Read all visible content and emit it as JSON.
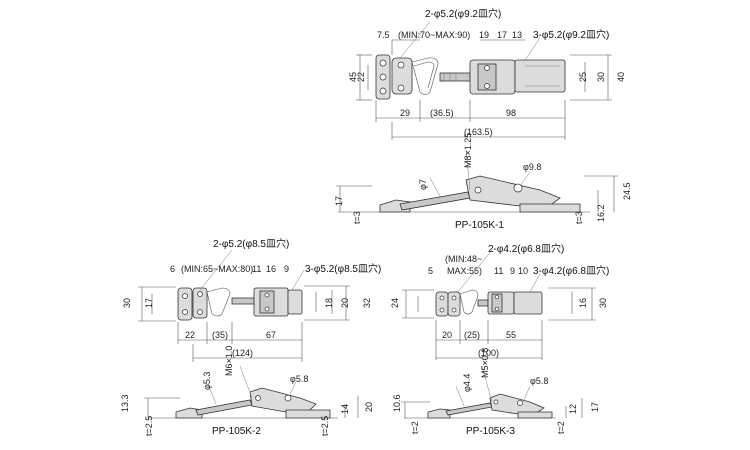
{
  "models": {
    "k1": {
      "name": "PP-105K-1",
      "top": {
        "hole_left": "2-φ5.2(φ9.2皿穴)",
        "range": "(MIN:70~MAX:90)",
        "hole_right": "3-φ5.2(φ9.2皿穴)",
        "d_7_5": "7.5",
        "d_19": "19",
        "d_17": "17",
        "d_13": "13",
        "d_45": "45",
        "d_22": "22",
        "d_25": "25",
        "d_30": "30",
        "d_40": "40",
        "d_29": "29",
        "d_36_5": "(36.5)",
        "d_98": "98",
        "d_163_5": "(163.5)"
      },
      "side": {
        "bolt": "M8×1.25",
        "phi7": "φ7",
        "phi9_8": "φ9.8",
        "d_17": "17",
        "t_left": "t=3",
        "t_right": "t=3",
        "d_16_2": "16.2",
        "d_24_5": "24.5"
      }
    },
    "k2": {
      "name": "PP-105K-2",
      "top": {
        "hole_left": "2-φ5.2(φ8.5皿穴)",
        "range": "(MIN:65~MAX:80)",
        "hole_right": "3-φ5.2(φ8.5皿穴)",
        "d_6": "6",
        "d_11": "11",
        "d_16": "16",
        "d_9": "9",
        "d_30": "30",
        "d_17": "17",
        "d_18": "18",
        "d_20": "20",
        "d_32": "32",
        "d_22": "22",
        "d_35": "(35)",
        "d_67": "67",
        "d_124": "(124)"
      },
      "side": {
        "bolt": "M6×1.0",
        "phi5_3": "φ5.3",
        "phi5_8": "φ5.8",
        "d_13_3": "13.3",
        "t_left": "t=2.5",
        "t_right": "t=2.5",
        "d_14": "14",
        "d_20": "20"
      }
    },
    "k3": {
      "name": "PP-105K-3",
      "top": {
        "hole_left": "2-φ4.2(φ6.8皿穴)",
        "range_1": "(MIN:48~",
        "range_2": "MAX:55)",
        "hole_right": "3-φ4.2(φ6.8皿穴)",
        "d_5": "5",
        "d_11": "11",
        "d_9": "9",
        "d_10": "10",
        "d_24": "24",
        "d_16": "16",
        "d_30": "30",
        "d_20": "20",
        "d_25": "(25)",
        "d_55": "55",
        "d_100": "(100)"
      },
      "side": {
        "bolt": "M5×0.8",
        "phi4_4": "φ4.4",
        "phi5_8": "φ5.8",
        "d_10_6": "10.6",
        "t_left": "t=2",
        "t_right": "t=2",
        "d_12": "12",
        "d_17": "17"
      }
    }
  }
}
